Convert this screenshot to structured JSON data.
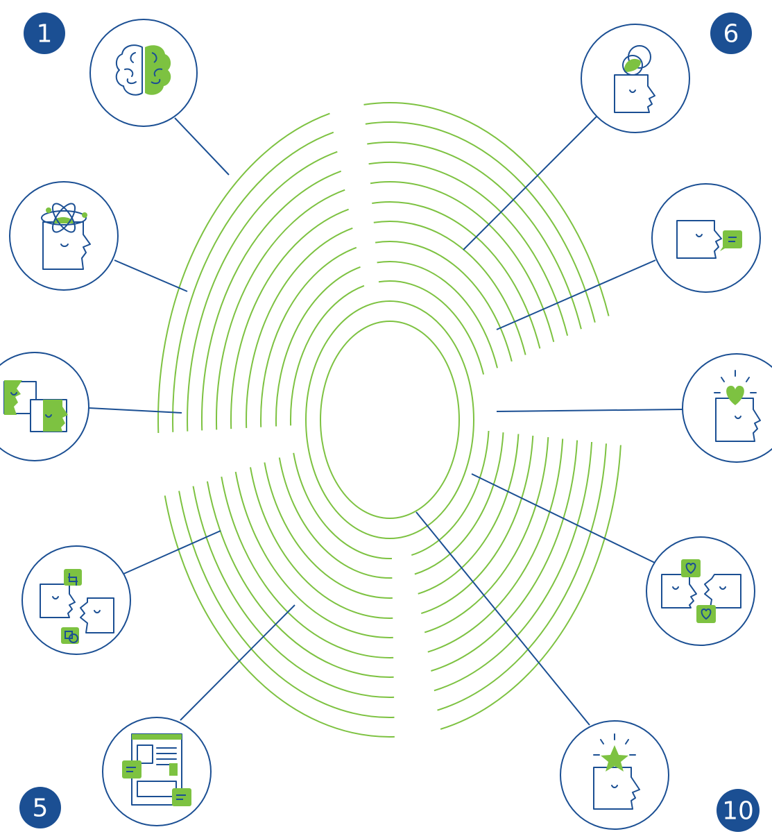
{
  "colors": {
    "navy": "#1b4f93",
    "green": "#7dc241",
    "background": "#ffffff"
  },
  "badges": [
    {
      "label": "1"
    },
    {
      "label": "5"
    },
    {
      "label": "6"
    },
    {
      "label": "10"
    }
  ],
  "nodes": [
    {
      "icon": "brain-icon"
    },
    {
      "icon": "atom-head-icon"
    },
    {
      "icon": "two-faces-icon"
    },
    {
      "icon": "dialogue-crop-icon"
    },
    {
      "icon": "webpage-layout-icon"
    },
    {
      "icon": "mind-circles-head-icon"
    },
    {
      "icon": "speaking-message-icon"
    },
    {
      "icon": "heart-head-icon"
    },
    {
      "icon": "two-faces-hearts-icon"
    },
    {
      "icon": "star-head-icon"
    }
  ]
}
